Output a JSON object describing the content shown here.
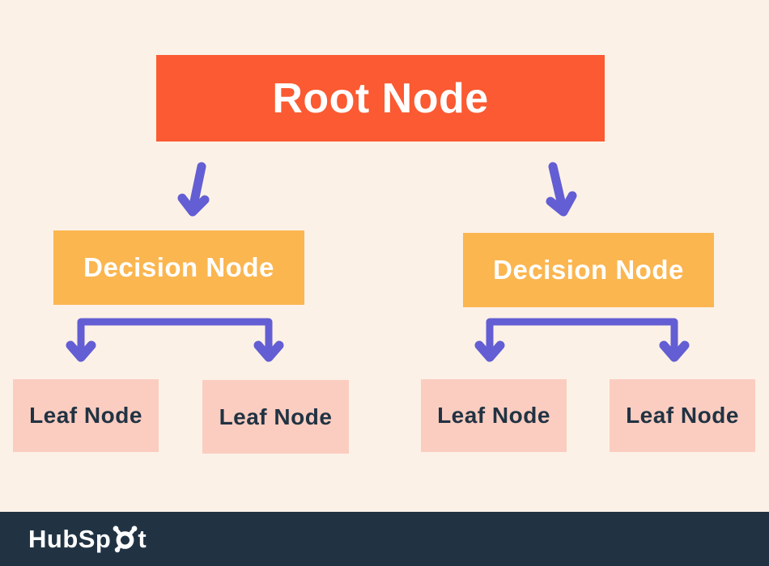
{
  "colors": {
    "background": "#FCF1E7",
    "root_node": "#FB5A32",
    "decision_node": "#FBB650",
    "leaf_node": "#FBCDC0",
    "arrow": "#635ED3",
    "node_text_light": "#FFFFFF",
    "leaf_text": "#213343",
    "footer_bg": "#213343",
    "footer_text": "#FFFFFF"
  },
  "diagram": {
    "root_node": {
      "label": "Root Node"
    },
    "decision_nodes": [
      {
        "label": "Decision Node"
      },
      {
        "label": "Decision Node"
      }
    ],
    "leaf_nodes": [
      {
        "label": "Leaf Node"
      },
      {
        "label": "Leaf Node"
      },
      {
        "label": "Leaf Node"
      },
      {
        "label": "Leaf Node"
      }
    ]
  },
  "footer": {
    "brand": "HubSpot",
    "logo_prefix": "HubSp",
    "logo_suffix": "t"
  }
}
